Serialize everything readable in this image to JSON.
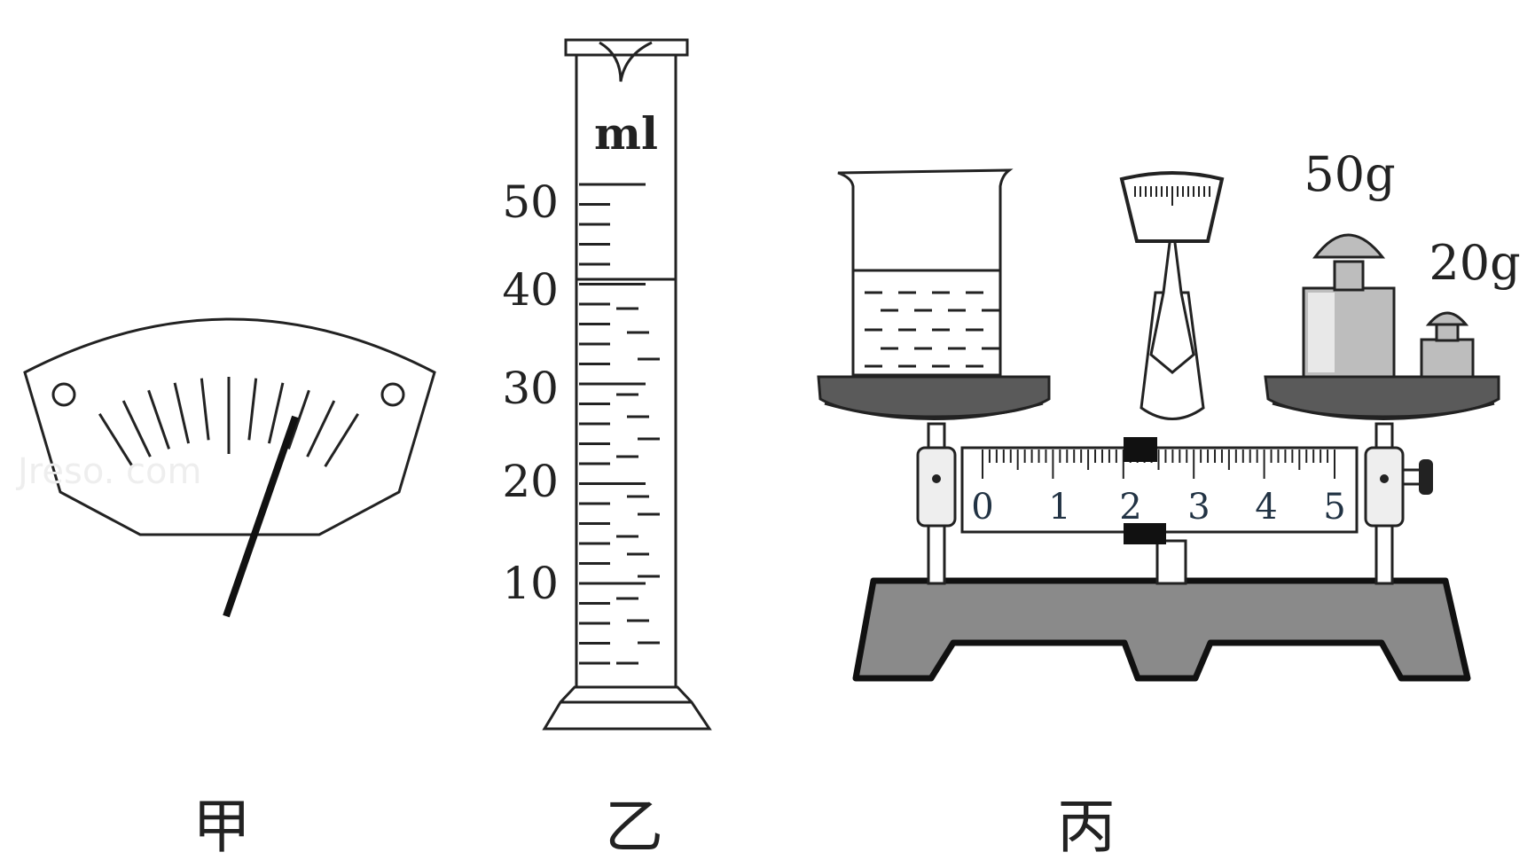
{
  "meter": {
    "caption": "甲",
    "watermark": "Jreso. com"
  },
  "cylinder": {
    "caption": "乙",
    "unit": "ml",
    "scale_labels": [
      "50",
      "40",
      "30",
      "20",
      "10"
    ],
    "liquid_level_ml": 40
  },
  "balance": {
    "caption": "丙",
    "weights": [
      {
        "label": "50g"
      },
      {
        "label": "20g"
      }
    ],
    "beam_scale_labels": [
      "0",
      "1",
      "2",
      "3",
      "4",
      "5"
    ],
    "rider_reading_g": 2.2
  }
}
